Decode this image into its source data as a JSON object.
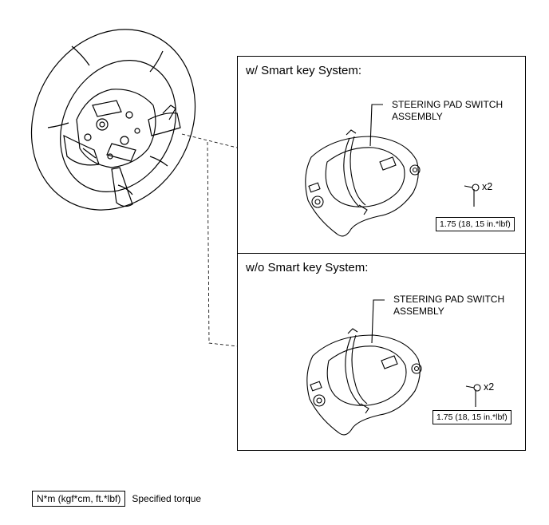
{
  "panels": {
    "top": {
      "title": "w/ Smart key System:",
      "part_label": "STEERING PAD SWITCH\nASSEMBLY",
      "quantity": "x2",
      "torque": "1.75 (18, 15 in.*lbf)"
    },
    "bottom": {
      "title": "w/o Smart key System:",
      "part_label": "STEERING PAD SWITCH\nASSEMBLY",
      "quantity": "x2",
      "torque": "1.75 (18, 15 in.*lbf)"
    }
  },
  "legend": {
    "unit": "N*m (kgf*cm, ft.*lbf)",
    "description": "Specified torque"
  }
}
